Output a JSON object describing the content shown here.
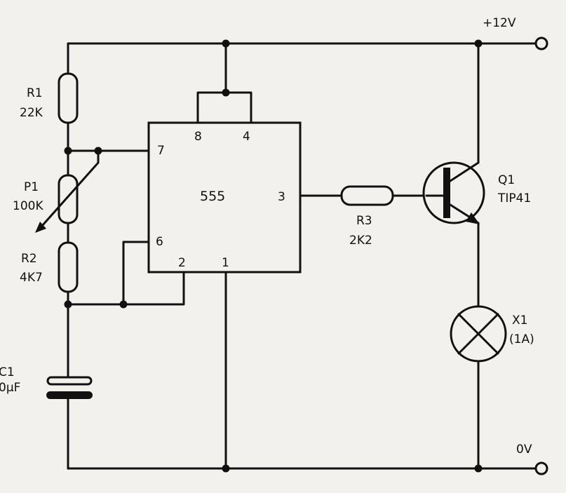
{
  "supply": {
    "positive": "+12V",
    "ground": "0V"
  },
  "components": {
    "r1": {
      "ref": "R1",
      "value": "22K"
    },
    "p1": {
      "ref": "P1",
      "value": "100K"
    },
    "r2": {
      "ref": "R2",
      "value": "4K7"
    },
    "c1": {
      "ref": "C1",
      "value": "0μF"
    },
    "ic": {
      "name": "555",
      "pins": {
        "p1": "1",
        "p2": "2",
        "p3": "3",
        "p4": "4",
        "p6": "6",
        "p7": "7",
        "p8": "8"
      }
    },
    "r3": {
      "ref": "R3",
      "value": "2K2"
    },
    "q1": {
      "ref": "Q1",
      "value": "TIP41"
    },
    "x1": {
      "ref": "X1",
      "value": "(1A)"
    }
  },
  "colors": {
    "ink": "#111111",
    "paper": "#f2f1ee"
  }
}
